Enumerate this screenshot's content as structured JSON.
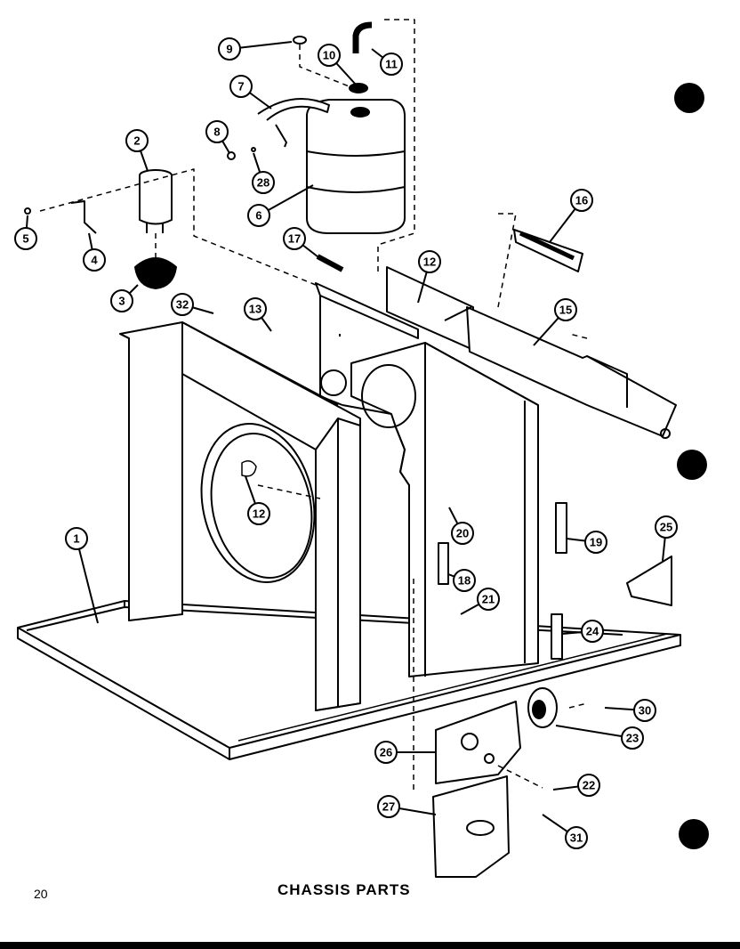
{
  "page": {
    "page_number": "20",
    "title": "CHASSIS PARTS"
  },
  "callouts": [
    {
      "id": "c9",
      "label": "9"
    },
    {
      "id": "c10",
      "label": "10"
    },
    {
      "id": "c11",
      "label": "11"
    },
    {
      "id": "c7",
      "label": "7"
    },
    {
      "id": "c8",
      "label": "8"
    },
    {
      "id": "c28",
      "label": "28"
    },
    {
      "id": "c6",
      "label": "6"
    },
    {
      "id": "c2",
      "label": "2"
    },
    {
      "id": "c5",
      "label": "5"
    },
    {
      "id": "c4",
      "label": "4"
    },
    {
      "id": "c3",
      "label": "3"
    },
    {
      "id": "c17",
      "label": "17"
    },
    {
      "id": "c16",
      "label": "16"
    },
    {
      "id": "c12a",
      "label": "12"
    },
    {
      "id": "c32",
      "label": "32"
    },
    {
      "id": "c13",
      "label": "13"
    },
    {
      "id": "c15",
      "label": "15"
    },
    {
      "id": "c12b",
      "label": "12"
    },
    {
      "id": "c1",
      "label": "1"
    },
    {
      "id": "c20",
      "label": "20"
    },
    {
      "id": "c19",
      "label": "19"
    },
    {
      "id": "c25",
      "label": "25"
    },
    {
      "id": "c18",
      "label": "18"
    },
    {
      "id": "c21",
      "label": "21"
    },
    {
      "id": "c24",
      "label": "24"
    },
    {
      "id": "c30",
      "label": "30"
    },
    {
      "id": "c23",
      "label": "23"
    },
    {
      "id": "c26",
      "label": "26"
    },
    {
      "id": "c22",
      "label": "22"
    },
    {
      "id": "c27",
      "label": "27"
    },
    {
      "id": "c31",
      "label": "31"
    }
  ],
  "colors": {
    "ink": "#000000",
    "paper": "#ffffff"
  }
}
